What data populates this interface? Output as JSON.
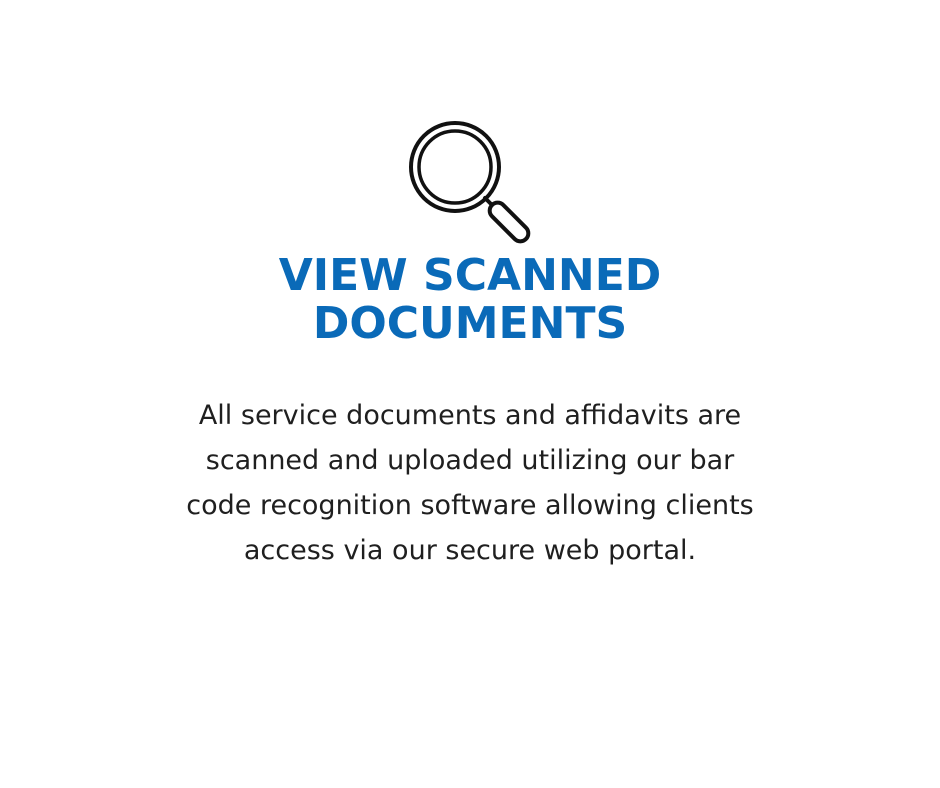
{
  "icon": "magnifying-glass-icon",
  "colors": {
    "heading": "#0a6ab8",
    "body_text": "#1f1f1f",
    "icon_stroke": "#111111",
    "background": "#ffffff"
  },
  "heading": {
    "line1": "VIEW SCANNED",
    "line2": "DOCUMENTS"
  },
  "description": {
    "line1": "All service documents and affidavits are",
    "line2": "scanned and uploaded utilizing our bar",
    "line3": "code recognition software allowing clients",
    "line4": "access via our secure web portal."
  }
}
